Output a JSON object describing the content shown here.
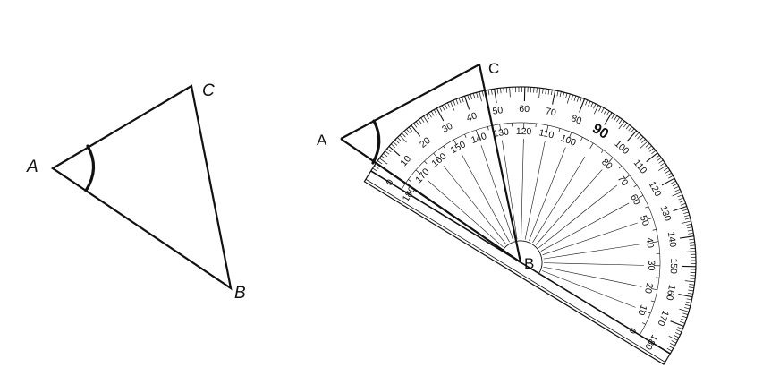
{
  "left_triangle": {
    "vertex_a": "A",
    "vertex_b": "B",
    "vertex_c": "C"
  },
  "right_figure": {
    "vertex_a": "A",
    "vertex_b": "B",
    "vertex_c": "C"
  },
  "protractor": {
    "range_degrees": [
      0,
      180
    ],
    "label_step_degrees": 10,
    "minor_tick_step_degrees": 1,
    "emphasized_value": 90,
    "ray_step_degrees": 10,
    "ink_color": "#111111"
  }
}
